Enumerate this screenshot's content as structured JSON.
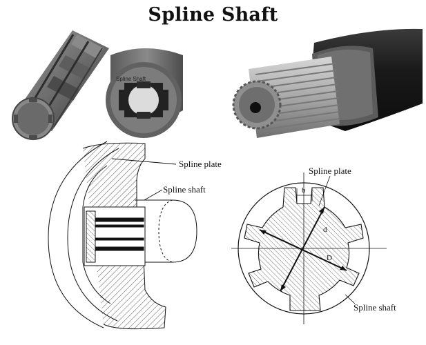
{
  "title": "Spline Shaft",
  "photos": {
    "hub_inner_text": "Spline Shaft"
  },
  "labels": {
    "plate_left": "Spline plate",
    "shaft_left": "Spline shaft",
    "plate_right": "Spline plate",
    "shaft_right": "Spline shaft",
    "dim_b": "b",
    "dim_d": "d",
    "dim_D": "D"
  },
  "colors": {
    "metal_dark": "#4a4a4a",
    "metal_mid": "#7b7b7b",
    "metal_light": "#b9b9b9",
    "line": "#111111"
  }
}
